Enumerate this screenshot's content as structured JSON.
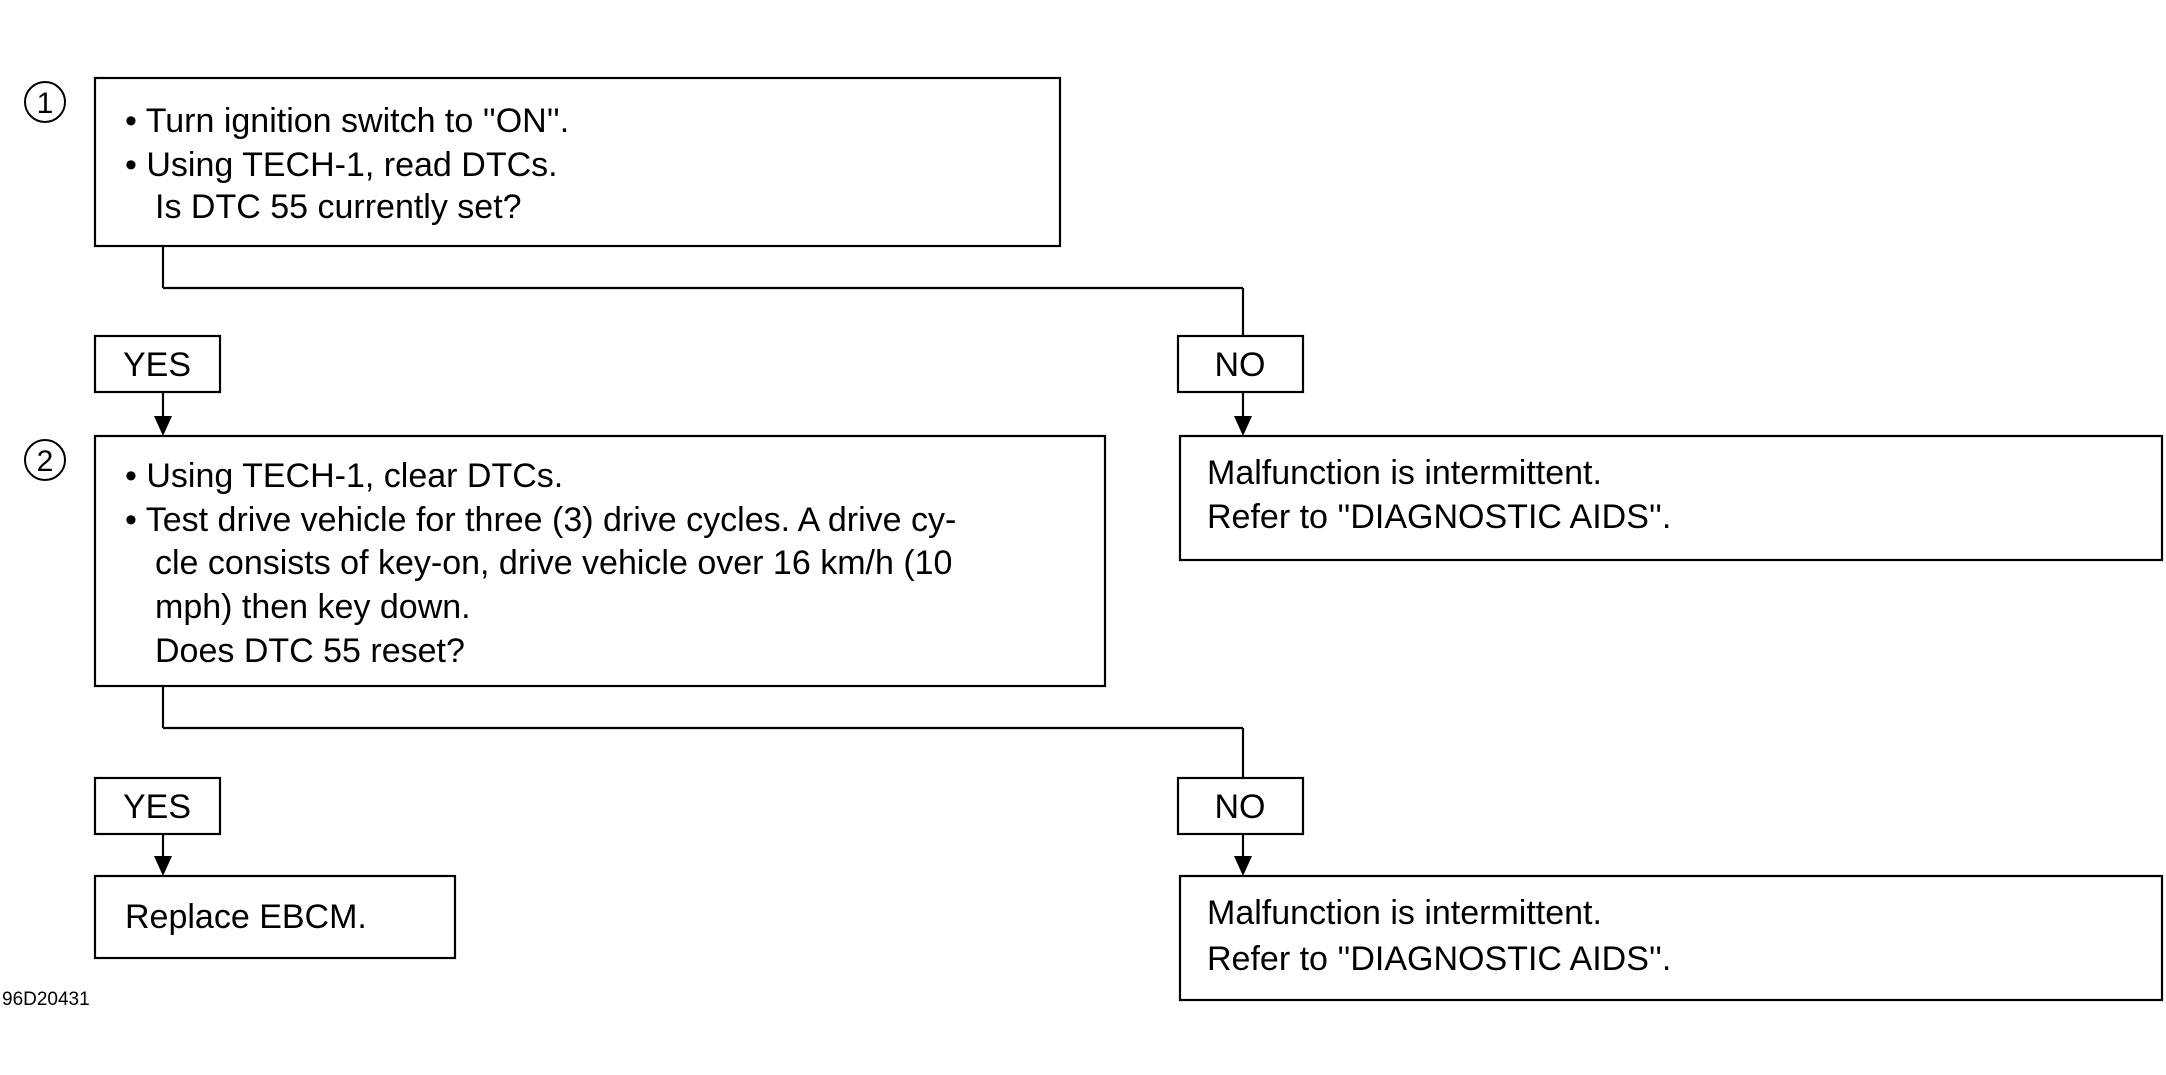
{
  "step1": {
    "number": "1",
    "lines": [
      "• Turn ignition switch to ''ON''.",
      "• Using TECH-1, read DTCs.",
      "Is DTC 55 currently set?"
    ]
  },
  "branch1": {
    "yes_label": "YES",
    "no_label": "NO"
  },
  "result1_no": {
    "lines": [
      "Malfunction is intermittent.",
      "Refer to ''DIAGNOSTIC AIDS''."
    ]
  },
  "step2": {
    "number": "2",
    "lines": [
      "• Using TECH-1, clear DTCs.",
      "• Test drive vehicle for three (3) drive cycles. A drive cy-",
      "cle consists of key-on, drive vehicle over 16 km/h (10",
      "mph) then key down.",
      "Does DTC 55 reset?"
    ]
  },
  "branch2": {
    "yes_label": "YES",
    "no_label": "NO"
  },
  "result2_yes": {
    "lines": [
      "Replace EBCM."
    ]
  },
  "result2_no": {
    "lines": [
      "Malfunction is intermittent.",
      "Refer to ''DIAGNOSTIC AIDS''."
    ]
  },
  "figure_ref": "96D20431"
}
